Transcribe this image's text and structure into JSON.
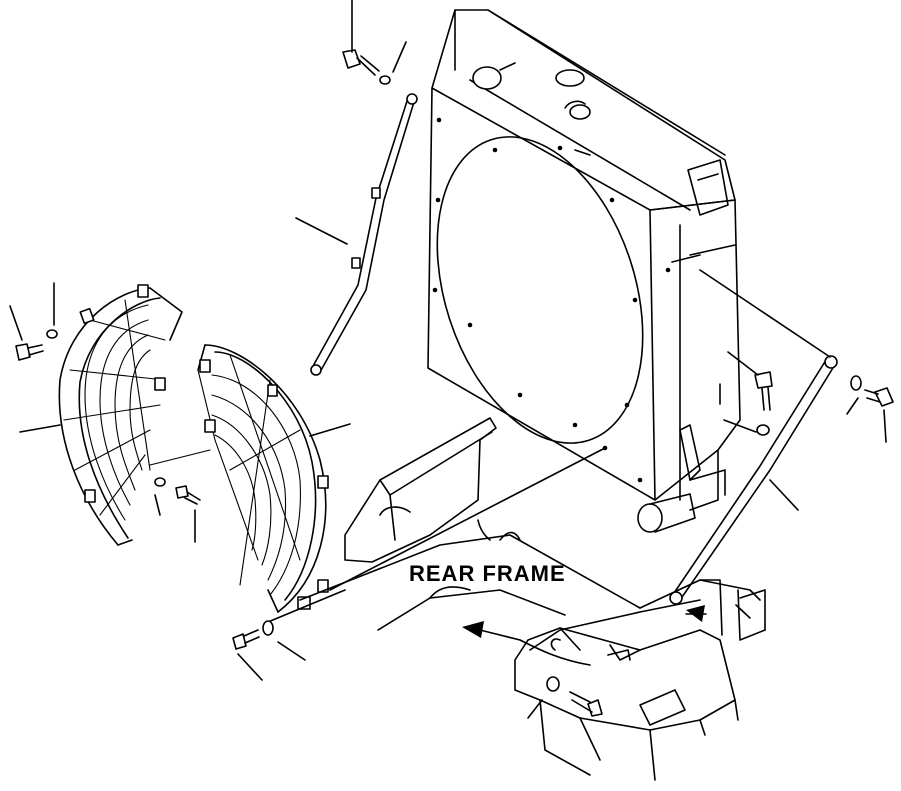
{
  "diagram": {
    "labels": {
      "rear_frame": "REAR FRAME"
    },
    "parts": {
      "radiator": "radiator-assembly",
      "fan_guard_left": "fan-guard-outer",
      "fan_guard_right": "fan-guard-inner",
      "stay_left": "radiator-stay-left",
      "stay_right": "radiator-stay-right",
      "frame": "rear-frame",
      "fasteners": "bolts-and-washers"
    },
    "line_color": "#000000",
    "background": "#ffffff"
  }
}
